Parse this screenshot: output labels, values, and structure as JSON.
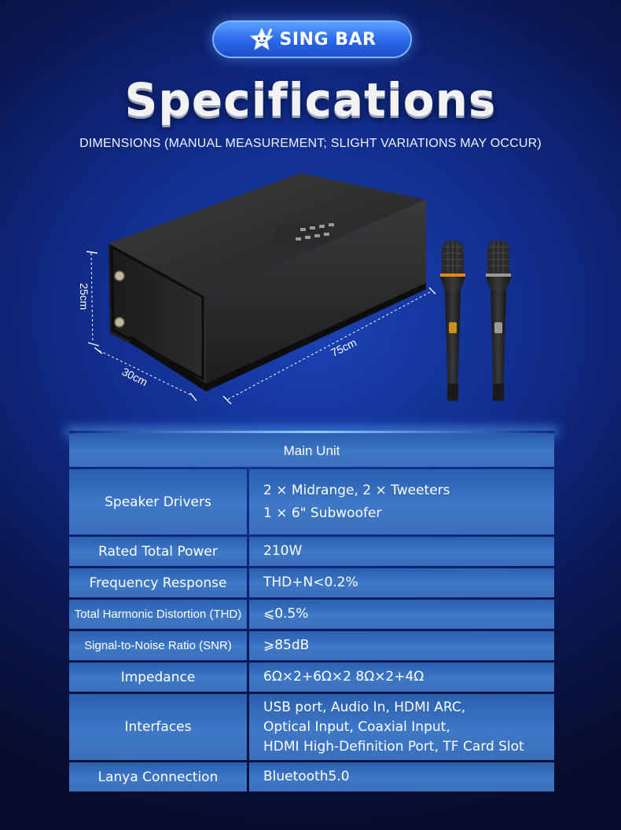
{
  "badge": {
    "label": "SING BAR",
    "icon": "star-mascot-icon"
  },
  "title": "Specifications",
  "subtitle": "DIMENSIONS (MANUAL MEASUREMENT; SLIGHT VARIATIONS MAY OCCUR)",
  "dimensions": {
    "height": "25cm",
    "depth": "30cm",
    "width": "75cm"
  },
  "table": {
    "header": "Main Unit",
    "rows": [
      {
        "label": "Speaker Drivers",
        "values": [
          "2 × Midrange, 2 × Tweeters",
          "1 × 6\" Subwoofer"
        ]
      },
      {
        "label": "Rated Total Power",
        "values": [
          "210W"
        ]
      },
      {
        "label": "Frequency Response",
        "values": [
          "THD+N<0.2%"
        ]
      },
      {
        "label": "Total Harmonic Distortion (THD)",
        "values": [
          "⩽0.5%"
        ]
      },
      {
        "label": "Signal-to-Noise Ratio (SNR)",
        "values": [
          "⩾85dB"
        ]
      },
      {
        "label": "Impedance",
        "values": [
          "6Ω×2+6Ω×2 8Ω×2+4Ω"
        ]
      },
      {
        "label": "Interfaces",
        "values": [
          "USB port, Audio In, HDMI ARC,",
          "Optical Input, Coaxial Input,",
          "HDMI High-Definition Port, TF Card Slot"
        ]
      },
      {
        "label": "Lanya Connection",
        "values": [
          "Bluetooth5.0"
        ]
      }
    ]
  },
  "colors": {
    "background": "#0f2a86",
    "table_cell": "#3a6fba",
    "badge": "#2a67e8"
  }
}
